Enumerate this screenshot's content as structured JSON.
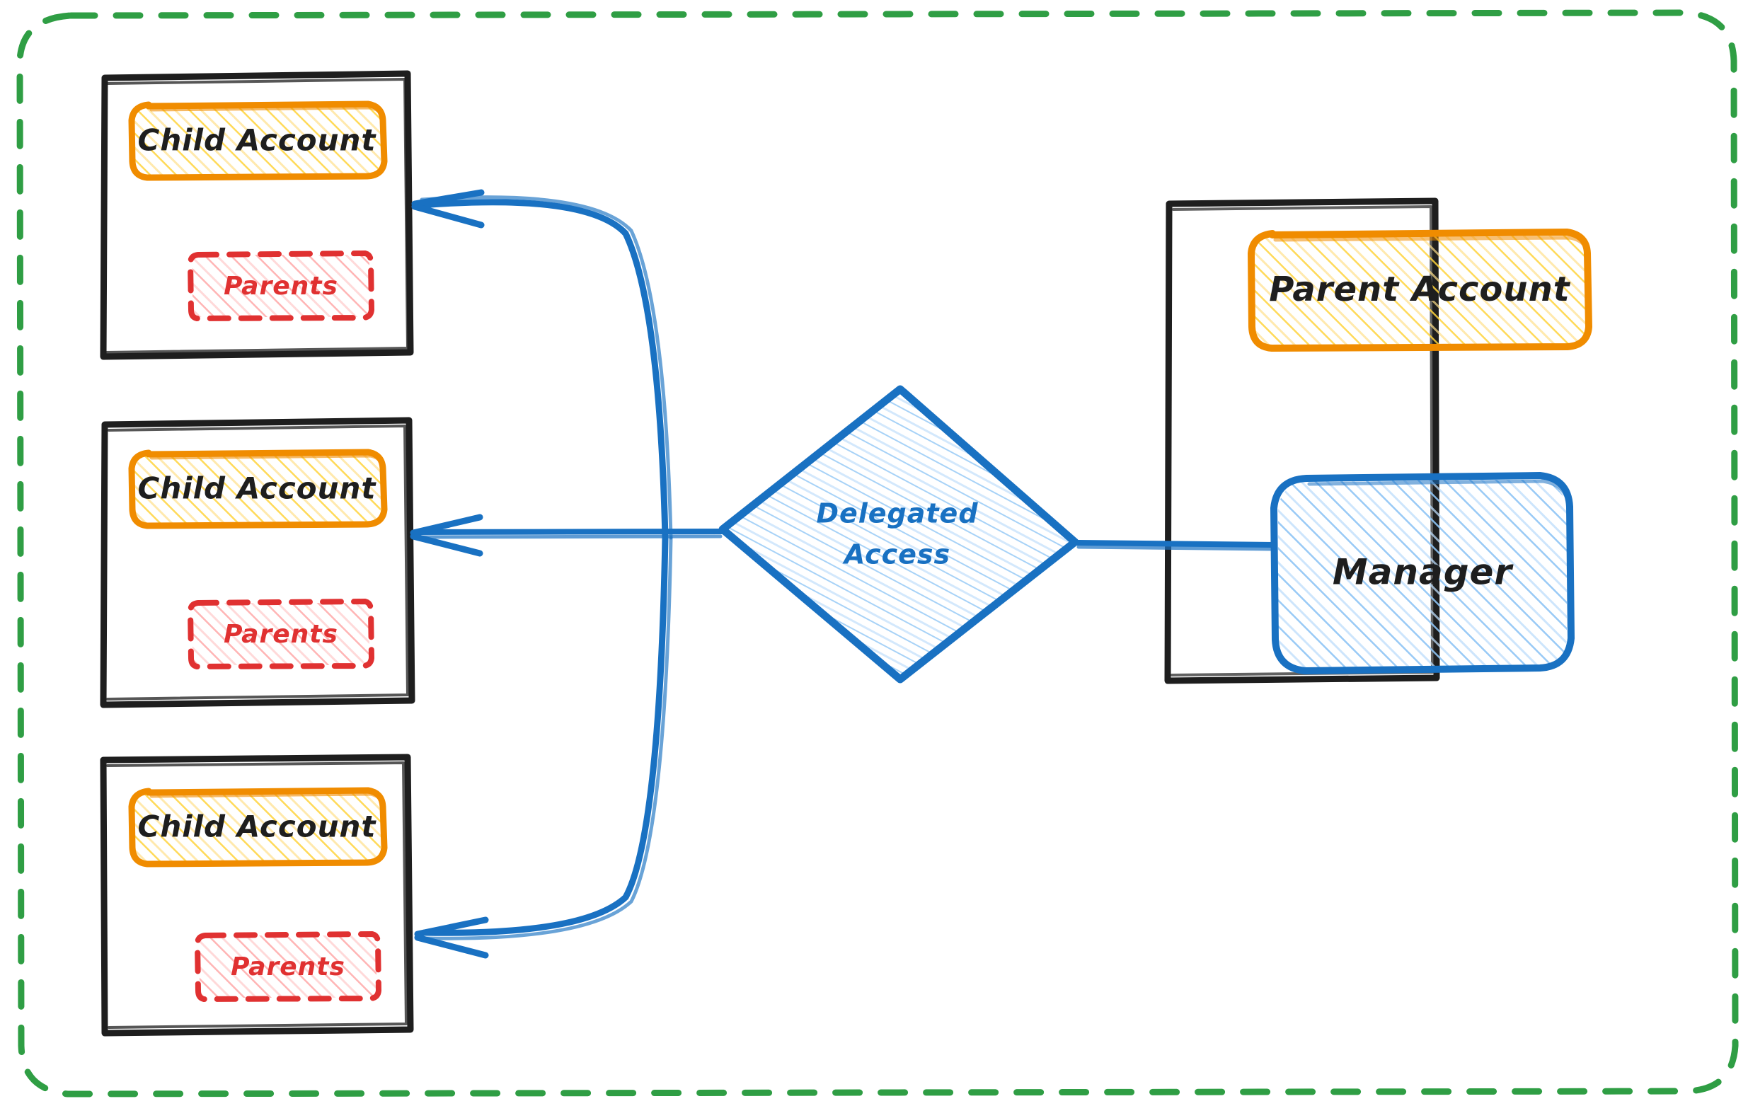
{
  "diagram": {
    "title": "Delegated Access between Parent Account and Child Accounts",
    "style": "hand-drawn",
    "background": "#ffffff"
  },
  "colors": {
    "boundary_green": "#2f9e44",
    "container_black": "#1e1e1e",
    "account_orange": "#f08c00",
    "account_orange_fill": "#ffd8a8",
    "parents_red": "#e03131",
    "parents_red_fill": "#ffc9c9",
    "link_blue": "#1971c2",
    "link_blue_fill": "#a5d8ff",
    "text_dark": "#1e1e1e"
  },
  "boundary": {
    "name": "organization-boundary",
    "stroke_style": "dashed",
    "color": "#2f9e44"
  },
  "child_accounts": [
    {
      "id": "child-account-1",
      "account_label": "Child Account",
      "parents_label": "Parents"
    },
    {
      "id": "child-account-2",
      "account_label": "Child Account",
      "parents_label": "Parents"
    },
    {
      "id": "child-account-3",
      "account_label": "Child Account",
      "parents_label": "Parents"
    }
  ],
  "parent_account_group": {
    "id": "parent-account-container",
    "account_label": "Parent Account",
    "manager_label": "Manager"
  },
  "delegated_access": {
    "id": "delegated-access-node",
    "shape": "diamond",
    "line1": "Delegated",
    "line2": "Access"
  },
  "connections": [
    {
      "from": "delegated-access-node",
      "to": "child-account-1",
      "arrow": "left"
    },
    {
      "from": "delegated-access-node",
      "to": "child-account-2",
      "arrow": "left"
    },
    {
      "from": "delegated-access-node",
      "to": "child-account-3",
      "arrow": "left"
    },
    {
      "from": "manager",
      "to": "delegated-access-node",
      "arrow": "left"
    }
  ]
}
